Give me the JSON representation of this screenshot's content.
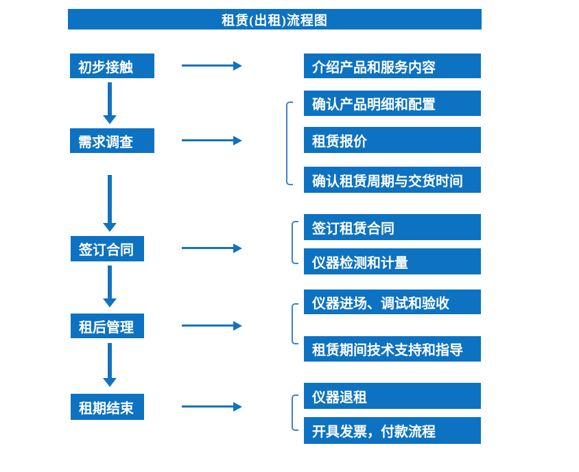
{
  "title": "租赁(出租)流程图",
  "colors": {
    "accent": "#0d72c2",
    "arrow": "#1272be",
    "bracket": "#3c80c6",
    "text_on_accent": "#ffffff",
    "background": "#ffffff"
  },
  "flow": {
    "steps": [
      {
        "label": "初步接触",
        "tasks": [
          "介绍产品和服务内容"
        ]
      },
      {
        "label": "需求调查",
        "tasks": [
          "确认产品明细和配置",
          "租赁报价",
          "确认租赁周期与交货时间"
        ]
      },
      {
        "label": "签订合同",
        "tasks": [
          "签订租赁合同",
          "仪器检测和计量"
        ]
      },
      {
        "label": "租后管理",
        "tasks": [
          "仪器进场、调试和验收",
          "租赁期间技术支持和指导"
        ]
      },
      {
        "label": "租期结束",
        "tasks": [
          "仪器退租",
          "开具发票，付款流程"
        ]
      }
    ]
  }
}
